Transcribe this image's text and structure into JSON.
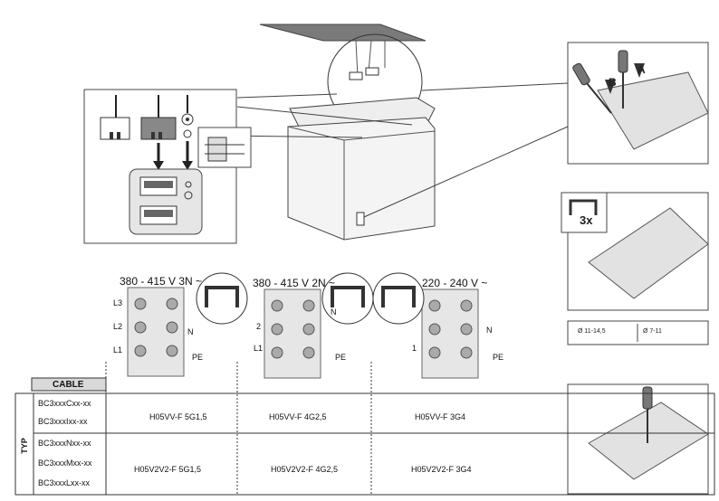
{
  "voltages": {
    "v1": "380 - 415 V 3N ~",
    "v2": "380 - 415 V 2N ~",
    "v3": "220 - 240 V ~"
  },
  "terminals": {
    "l3": "L3",
    "l2": "L2",
    "l1": "L1",
    "n": "N",
    "pe": "PE",
    "two": "2",
    "l1_short": "L1",
    "one": "1"
  },
  "callouts": {
    "arrow_a": "A",
    "arrow_b": "B",
    "bridge_count": "3x",
    "cable_dia_1": "Ø 11-14,5",
    "cable_dia_2": "Ø 7-11"
  },
  "table": {
    "header_cable": "CABLE",
    "header_typ": "TYP",
    "rows": [
      {
        "models": [
          "BC3xxxCxx-xx",
          "BC3xxxIxx-xx"
        ],
        "cables": [
          "H05VV-F 5G1,5",
          "H05VV-F 4G2,5",
          "H05VV-F 3G4"
        ]
      },
      {
        "models": [
          "BC3xxxNxx-xx",
          "BC3xxxMxx-xx",
          "BC3xxxLxx-xx"
        ],
        "cables": [
          "H05V2V2-F 5G1,5",
          "H05V2V2-F 4G2,5",
          "H05V2V2-F 3G4"
        ]
      }
    ]
  }
}
